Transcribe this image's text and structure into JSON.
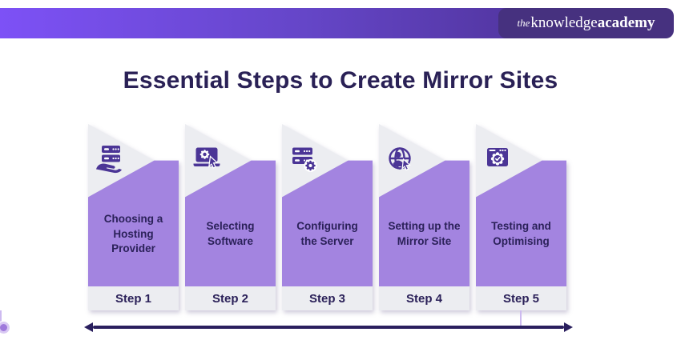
{
  "brand": {
    "the": "the",
    "knowledge": "knowledge",
    "academy": "academy"
  },
  "title": "Essential Steps to Create Mirror Sites",
  "steps": [
    {
      "label": "Choosing a Hosting Provider",
      "step": "Step 1",
      "icon": "server-hand-icon"
    },
    {
      "label": "Selecting Software",
      "step": "Step 2",
      "icon": "laptop-gear-cursor-icon"
    },
    {
      "label": "Configuring the Server",
      "step": "Step 3",
      "icon": "server-gear-icon"
    },
    {
      "label": "Setting up the Mirror Site",
      "step": "Step 4",
      "icon": "globe-cursor-icon"
    },
    {
      "label": "Testing and Optimising",
      "step": "Step 5",
      "icon": "browser-badge-icon"
    }
  ],
  "colors": {
    "header_gradient_start": "#7D51F6",
    "header_gradient_end": "#4E3298",
    "logo_pill": "#46317F",
    "card_purple": "#A384E0",
    "card_gray": "#ECEDF1",
    "icon_dark": "#4B3596",
    "text_navy": "#2B2159",
    "title_navy": "#2A2156",
    "timeline": "#2A1F5E",
    "marker_fill": "#9F79DC",
    "marker_ring": "#D9C9F3",
    "connector": "#CDBAF0"
  }
}
